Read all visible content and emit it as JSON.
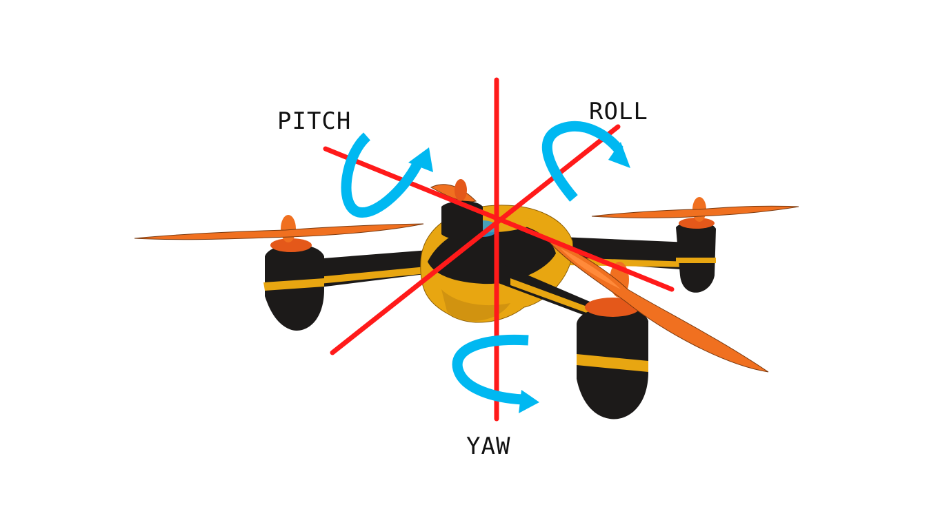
{
  "labels": {
    "pitch": "PITCH",
    "roll": "ROLL",
    "yaw": "YAW"
  },
  "colors": {
    "axis": "#ff1a1a",
    "rotation_arrow": "#00b8f1",
    "body_black": "#1c1a19",
    "body_yellow": "#e8a611",
    "propeller_orange": "#f07020",
    "motor_cap": "#e4581a"
  }
}
